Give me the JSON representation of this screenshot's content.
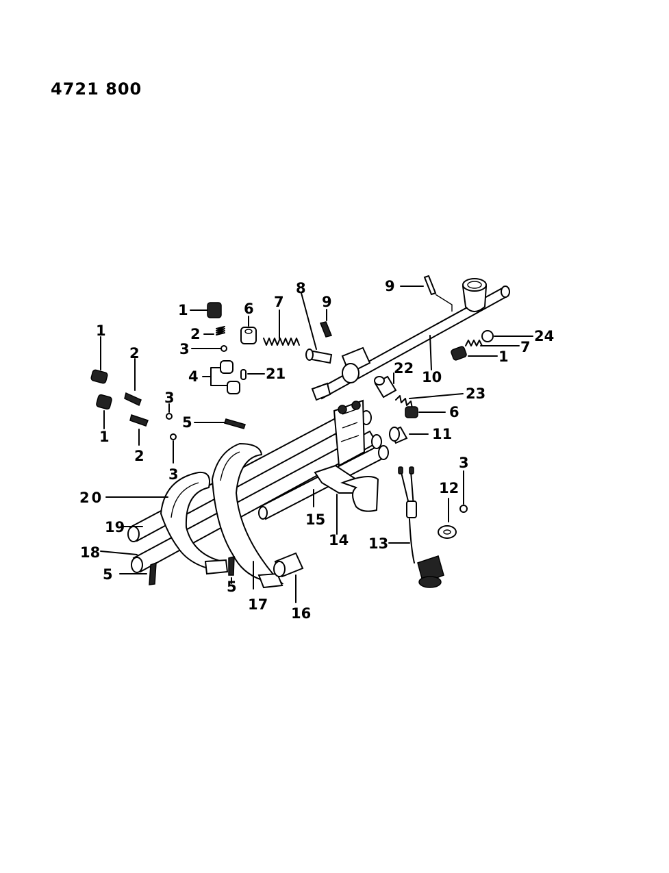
{
  "header": {
    "code": "4721 800"
  },
  "callouts": {
    "c1a": "1",
    "c2a": "2",
    "c3a": "3",
    "c6a": "6",
    "c7a": "7",
    "c8": "8",
    "c9a": "9",
    "c4": "4",
    "c21": "21",
    "c9b": "9",
    "c24": "24",
    "c7b": "7",
    "c1b": "1",
    "c10": "10",
    "c22": "22",
    "c23": "23",
    "c6b": "6",
    "c11": "11",
    "c1c": "1",
    "c1d": "1",
    "c2b": "2",
    "c2c": "2",
    "c3b": "3",
    "c3c": "3",
    "c5a": "5",
    "c20": "20",
    "c19": "19",
    "c18": "18",
    "c5b": "5",
    "c5c": "5",
    "c17": "17",
    "c16": "16",
    "c15": "15",
    "c14": "14",
    "c13": "13",
    "c12": "12",
    "c3d": "3"
  }
}
